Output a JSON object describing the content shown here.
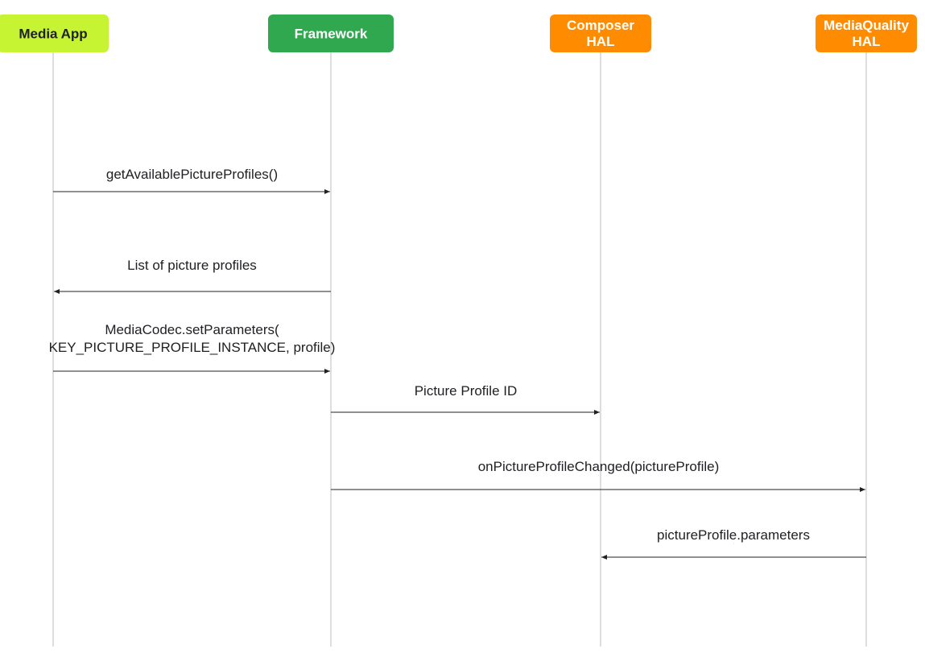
{
  "participants": [
    {
      "id": "media_app",
      "lines": [
        "Media App"
      ],
      "fill": "#c6f432",
      "text_color": "#202124"
    },
    {
      "id": "framework",
      "lines": [
        "Framework"
      ],
      "fill": "#2fa84f",
      "text_color": "#ffffff"
    },
    {
      "id": "composer_hal",
      "lines": [
        "Composer",
        "HAL"
      ],
      "fill": "#ff8c00",
      "text_color": "#ffffff"
    },
    {
      "id": "mediaquality_hal",
      "lines": [
        "MediaQuality",
        "HAL"
      ],
      "fill": "#ff8c00",
      "text_color": "#ffffff"
    }
  ],
  "messages": [
    {
      "from": "media_app",
      "to": "framework",
      "lines": [
        "getAvailablePictureProfiles()"
      ],
      "spellcheck_underline": true
    },
    {
      "from": "framework",
      "to": "media_app",
      "lines": [
        "List of picture profiles"
      ],
      "spellcheck_underline": false
    },
    {
      "from": "media_app",
      "to": "framework",
      "lines": [
        "MediaCodec.setParameters(",
        "KEY_PICTURE_PROFILE_INSTANCE, profile)"
      ],
      "spellcheck_underline": false
    },
    {
      "from": "framework",
      "to": "composer_hal",
      "lines": [
        "Picture Profile ID"
      ],
      "spellcheck_underline": false
    },
    {
      "from": "framework",
      "to": "mediaquality_hal",
      "lines": [
        "onPictureProfileChanged(pictureProfile)"
      ],
      "spellcheck_underline": true
    },
    {
      "from": "mediaquality_hal",
      "to": "composer_hal",
      "lines": [
        "pictureProfile.parameters"
      ],
      "spellcheck_underline": true
    }
  ],
  "colors": {
    "lifeline": "#bdbdbd",
    "arrow": "#202124",
    "spellcheck": "#e53935"
  }
}
